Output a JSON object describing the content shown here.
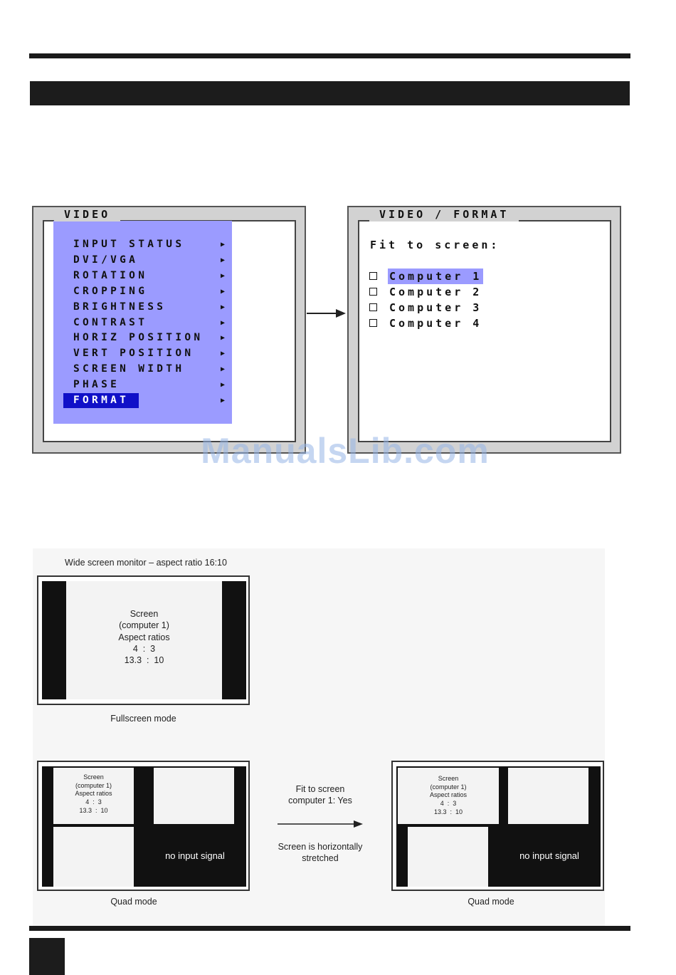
{
  "osd_video": {
    "title": "VIDEO",
    "items": [
      {
        "label": "INPUT STATUS",
        "arrow": "▶"
      },
      {
        "label": "DVI/VGA",
        "arrow": "▶"
      },
      {
        "label": "ROTATION",
        "arrow": "▶"
      },
      {
        "label": "CROPPING",
        "arrow": "▶"
      },
      {
        "label": "BRIGHTNESS",
        "arrow": "▶"
      },
      {
        "label": "CONTRAST",
        "arrow": "▶"
      },
      {
        "label": "HORIZ POSITION",
        "arrow": "▶"
      },
      {
        "label": "VERT POSITION",
        "arrow": "▶"
      },
      {
        "label": "SCREEN WIDTH",
        "arrow": "▶"
      },
      {
        "label": "PHASE",
        "arrow": "▶"
      },
      {
        "label": "FORMAT",
        "arrow": "▶",
        "selected": true
      }
    ],
    "menu_color": "#9b9bff",
    "selected_color": "#1010c8"
  },
  "osd_format": {
    "title": "VIDEO / FORMAT",
    "heading": "Fit to screen:",
    "options": [
      {
        "label": "Computer 1",
        "selected": true
      },
      {
        "label": "Computer 2"
      },
      {
        "label": "Computer 3"
      },
      {
        "label": "Computer 4"
      }
    ]
  },
  "diagram": {
    "fullscreen": {
      "top_caption": "Wide screen monitor – aspect ratio 16:10",
      "screen_lines": [
        "Screen",
        "(computer 1)",
        "Aspect ratios",
        "4  :  3",
        "13.3  :  10"
      ],
      "bottom_caption": "Fullscreen mode"
    },
    "quad_left": {
      "screen_lines": [
        "Screen",
        "(computer 1)",
        "Aspect ratios",
        "4  :  3",
        "13.3  :  10"
      ],
      "no_signal": "no input signal",
      "caption": "Quad mode"
    },
    "transition": {
      "top_line1": "Fit to screen",
      "top_line2": "computer 1: Yes",
      "bottom_line1": "Screen is horizontally",
      "bottom_line2": "stretched"
    },
    "quad_right": {
      "screen_lines": [
        "Screen",
        "(computer 1)",
        "Aspect ratios",
        "4  :  3",
        "13.3  :  10"
      ],
      "no_signal": "no input signal",
      "caption": "Quad mode"
    }
  },
  "watermark": "ManualsLib.com"
}
